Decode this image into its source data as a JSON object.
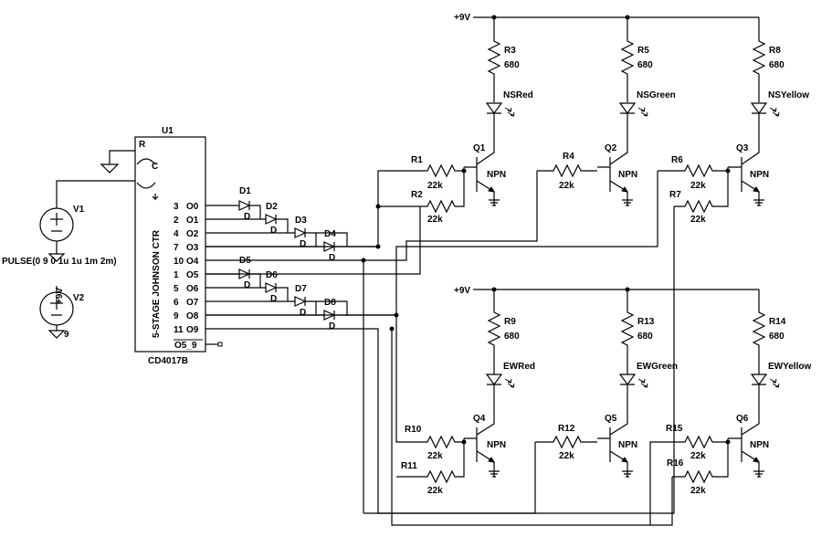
{
  "power": {
    "rail_label": "+9V"
  },
  "ic": {
    "ref": "U1",
    "part": "CD4017B",
    "body_text": "5-STAGE JOHNSON CTR",
    "reset_pin": "R",
    "clock_pin": "C",
    "left_pins": [
      "3",
      "2",
      "4",
      "7",
      "10",
      "1",
      "5",
      "6",
      "9",
      "11"
    ],
    "outputs": [
      "O0",
      "O1",
      "O2",
      "O3",
      "O4",
      "O5",
      "O6",
      "O7",
      "O8",
      "O9"
    ],
    "carry_out": "O5_9"
  },
  "sources": {
    "v1_name": "V1",
    "v1_value": "PULSE(0 9 0 1u 1u 1m 2m)",
    "v2_name": "V2",
    "v2_pos": "+9V",
    "v2_value": "9"
  },
  "diodes": {
    "names": [
      "D1",
      "D2",
      "D3",
      "D4",
      "D5",
      "D6",
      "D7",
      "D8"
    ],
    "type_label": "D"
  },
  "ns_section": {
    "resistors_top": [
      {
        "name": "R3",
        "value": "680"
      },
      {
        "name": "R5",
        "value": "680"
      },
      {
        "name": "R8",
        "value": "680"
      }
    ],
    "leds": [
      "NSRed",
      "NSGreen",
      "NSYellow"
    ],
    "transistors": [
      "Q1",
      "Q2",
      "Q3"
    ],
    "base_resistors": [
      {
        "name": "R1",
        "value": "22k"
      },
      {
        "name": "R2",
        "value": "22k"
      },
      {
        "name": "R4",
        "value": "22k"
      },
      {
        "name": "R6",
        "value": "22k"
      },
      {
        "name": "R7",
        "value": "22k"
      }
    ]
  },
  "ew_section": {
    "resistors_top": [
      {
        "name": "R9",
        "value": "680"
      },
      {
        "name": "R13",
        "value": "680"
      },
      {
        "name": "R14",
        "value": "680"
      }
    ],
    "leds": [
      "EWRed",
      "EWGreen",
      "EWYellow"
    ],
    "transistors": [
      "Q4",
      "Q5",
      "Q6"
    ],
    "base_resistors": [
      {
        "name": "R10",
        "value": "22k"
      },
      {
        "name": "R11",
        "value": "22k"
      },
      {
        "name": "R12",
        "value": "22k"
      },
      {
        "name": "R15",
        "value": "22k"
      },
      {
        "name": "R16",
        "value": "22k"
      }
    ]
  },
  "transistor_type": "NPN"
}
